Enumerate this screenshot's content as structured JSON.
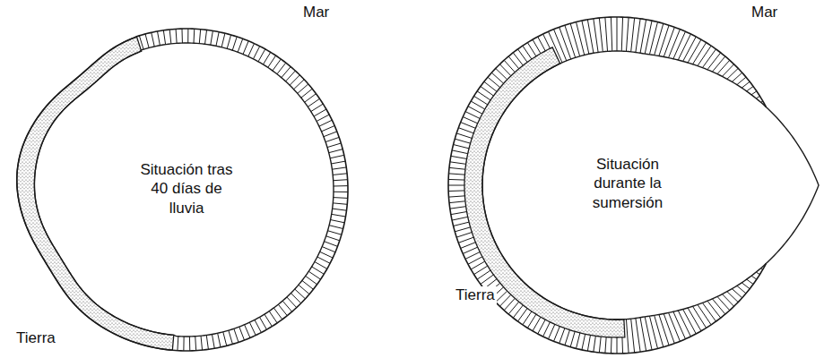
{
  "diagram": {
    "nodes": [
      {
        "text": [
          "Situación tras 40 días de lluvia"
        ]
      },
      {
        "text": [
          "Situación durante la sumersión"
        ]
      }
    ],
    "labels": [
      "Mar",
      "Tierra",
      "Mar",
      "Tierra"
    ]
  }
}
